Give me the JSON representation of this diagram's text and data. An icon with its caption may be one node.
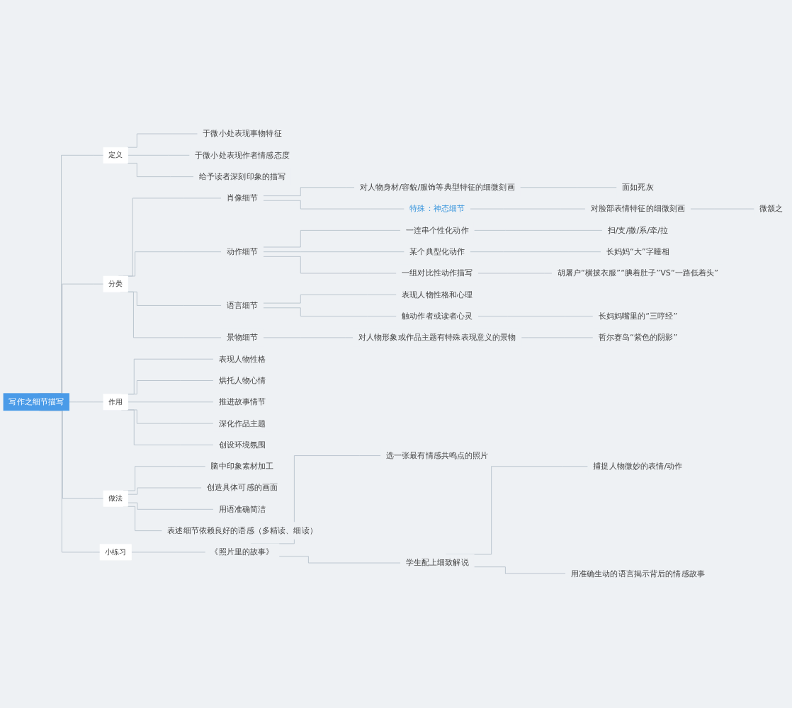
{
  "diagram": {
    "nodes": [
      {
        "text": [
          "写作之细节描写"
        ]
      },
      {
        "text": [
          "定义"
        ]
      },
      {
        "text": [
          "于微小处表现事物特征"
        ]
      },
      {
        "text": [
          "于微小处表现作者情感态度"
        ]
      },
      {
        "text": [
          "给予读者深刻印象的描写"
        ]
      },
      {
        "text": [
          "分类"
        ]
      },
      {
        "text": [
          "肖像细节"
        ]
      },
      {
        "text": [
          "对人物身材/容貌/服饰等典型特征的细微刻画"
        ]
      },
      {
        "text": [
          "面如死灰"
        ]
      },
      {
        "text": [
          "特殊：神态细节"
        ]
      },
      {
        "text": [
          "对脸部表情特征的细微刻画"
        ]
      },
      {
        "text": [
          "微颔之"
        ]
      },
      {
        "text": [
          "动作细节"
        ]
      },
      {
        "text": [
          "一连串个性化动作"
        ]
      },
      {
        "text": [
          "扫/支/撒/系/牵/拉"
        ]
      },
      {
        "text": [
          "某个典型化动作"
        ]
      },
      {
        "text": [
          "长妈妈“大”字睡相"
        ]
      },
      {
        "text": [
          "一组对比性动作描写"
        ]
      },
      {
        "text": [
          "胡屠户“横披衣服”“腆着肚子”VS“一路低着头”"
        ]
      },
      {
        "text": [
          "语言细节"
        ]
      },
      {
        "text": [
          "表现人物性格和心理"
        ]
      },
      {
        "text": [
          "触动作者或读者心灵"
        ]
      },
      {
        "text": [
          "长妈妈嘴里的“三哼经”"
        ]
      },
      {
        "text": [
          "景物细节"
        ]
      },
      {
        "text": [
          "对人物形象或作品主题有特殊表现意义的景物"
        ]
      },
      {
        "text": [
          "哲尔赛岛“紫色的阴影”"
        ]
      },
      {
        "text": [
          "作用"
        ]
      },
      {
        "text": [
          "表现人物性格"
        ]
      },
      {
        "text": [
          "烘托人物心情"
        ]
      },
      {
        "text": [
          "推进故事情节"
        ]
      },
      {
        "text": [
          "深化作品主题"
        ]
      },
      {
        "text": [
          "创设环境氛围"
        ]
      },
      {
        "text": [
          "做法"
        ]
      },
      {
        "text": [
          "脑中印象素材加工"
        ]
      },
      {
        "text": [
          "创造具体可感的画面"
        ]
      },
      {
        "text": [
          "用语准确简洁"
        ]
      },
      {
        "text": [
          "表述细节依赖良好的语感（多精读、细读）"
        ]
      },
      {
        "text": [
          "小练习"
        ]
      },
      {
        "text": [
          "《照片里的故事》"
        ]
      },
      {
        "text": [
          "选一张最有情感共鸣点的照片"
        ]
      },
      {
        "text": [
          "学生配上细致解说"
        ]
      },
      {
        "text": [
          "捕捉人物微妙的表情/动作"
        ]
      },
      {
        "text": [
          "用准确生动的语言揭示背后的情感故事"
        ]
      }
    ],
    "edges": [
      {
        "from": 0,
        "to": 1,
        "arrow": "none"
      },
      {
        "from": 1,
        "to": 2,
        "arrow": "none"
      },
      {
        "from": 1,
        "to": 3,
        "arrow": "none"
      },
      {
        "from": 1,
        "to": 4,
        "arrow": "none"
      },
      {
        "from": 0,
        "to": 5,
        "arrow": "none"
      },
      {
        "from": 5,
        "to": 6,
        "arrow": "none"
      },
      {
        "from": 6,
        "to": 7,
        "arrow": "none"
      },
      {
        "from": 7,
        "to": 8,
        "arrow": "none"
      },
      {
        "from": 6,
        "to": 9,
        "arrow": "none"
      },
      {
        "from": 9,
        "to": 10,
        "arrow": "none"
      },
      {
        "from": 10,
        "to": 11,
        "arrow": "none"
      },
      {
        "from": 5,
        "to": 12,
        "arrow": "none"
      },
      {
        "from": 12,
        "to": 13,
        "arrow": "none"
      },
      {
        "from": 13,
        "to": 14,
        "arrow": "none"
      },
      {
        "from": 12,
        "to": 15,
        "arrow": "none"
      },
      {
        "from": 15,
        "to": 16,
        "arrow": "none"
      },
      {
        "from": 12,
        "to": 17,
        "arrow": "none"
      },
      {
        "from": 17,
        "to": 18,
        "arrow": "none"
      },
      {
        "from": 5,
        "to": 19,
        "arrow": "none"
      },
      {
        "from": 19,
        "to": 20,
        "arrow": "none"
      },
      {
        "from": 19,
        "to": 21,
        "arrow": "none"
      },
      {
        "from": 21,
        "to": 22,
        "arrow": "none"
      },
      {
        "from": 5,
        "to": 23,
        "arrow": "none"
      },
      {
        "from": 23,
        "to": 24,
        "arrow": "none"
      },
      {
        "from": 24,
        "to": 25,
        "arrow": "none"
      },
      {
        "from": 0,
        "to": 26,
        "arrow": "none"
      },
      {
        "from": 26,
        "to": 27,
        "arrow": "none"
      },
      {
        "from": 26,
        "to": 28,
        "arrow": "none"
      },
      {
        "from": 26,
        "to": 29,
        "arrow": "none"
      },
      {
        "from": 26,
        "to": 30,
        "arrow": "none"
      },
      {
        "from": 26,
        "to": 31,
        "arrow": "none"
      },
      {
        "from": 0,
        "to": 32,
        "arrow": "none"
      },
      {
        "from": 32,
        "to": 33,
        "arrow": "none"
      },
      {
        "from": 32,
        "to": 34,
        "arrow": "none"
      },
      {
        "from": 32,
        "to": 35,
        "arrow": "none"
      },
      {
        "from": 32,
        "to": 36,
        "arrow": "none"
      },
      {
        "from": 0,
        "to": 37,
        "arrow": "none"
      },
      {
        "from": 37,
        "to": 38,
        "arrow": "none"
      },
      {
        "from": 38,
        "to": 39,
        "arrow": "none"
      },
      {
        "from": 38,
        "to": 40,
        "arrow": "none"
      },
      {
        "from": 40,
        "to": 41,
        "arrow": "none"
      },
      {
        "from": 40,
        "to": 42,
        "arrow": "none"
      }
    ]
  }
}
